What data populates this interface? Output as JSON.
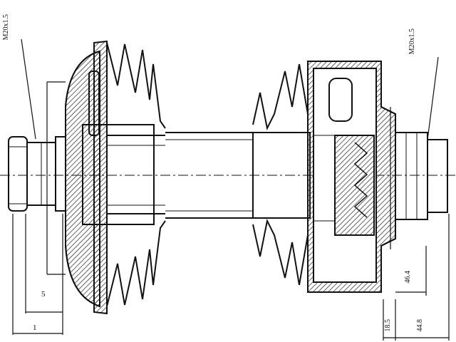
{
  "labels": {
    "thread_left": "M20x1.5",
    "thread_right": "M20x1.5",
    "dim_left_small": "5",
    "dim_left_bottom": "1",
    "dim_right_upper": "46.4",
    "dim_right_bottom_a": "18.5",
    "dim_right_bottom_b": "44.8"
  },
  "colors": {
    "line": "#111111",
    "hatch": "#222222",
    "background": "#ffffff"
  }
}
